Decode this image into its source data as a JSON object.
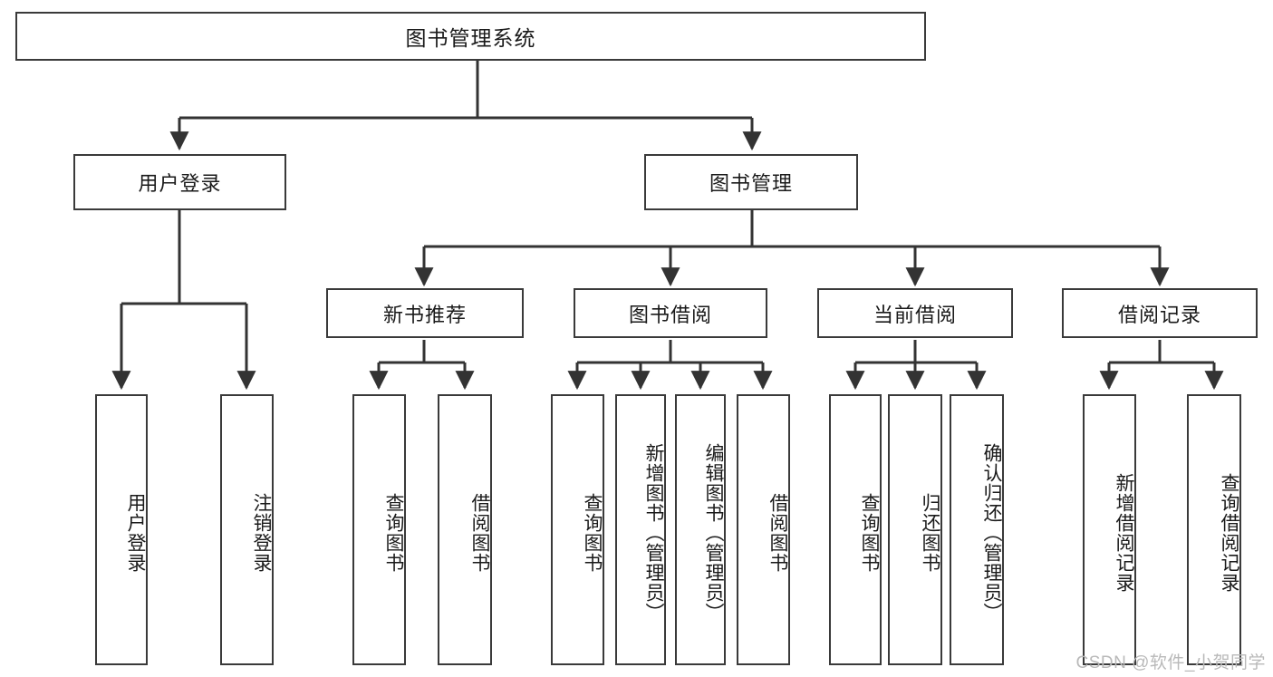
{
  "diagram": {
    "title": "图书管理系统",
    "watermark": "CSDN @软件_小贺同学",
    "colors": {
      "box_border": "#3a3a3a",
      "line": "#333333",
      "background": "#ffffff",
      "text": "#1a1a1a",
      "watermark": "#b9b9b9"
    },
    "root": {
      "label": "图书管理系统"
    },
    "level2": [
      {
        "label": "用户登录"
      },
      {
        "label": "图书管理"
      }
    ],
    "level3": [
      {
        "label": "新书推荐"
      },
      {
        "label": "图书借阅"
      },
      {
        "label": "当前借阅"
      },
      {
        "label": "借阅记录"
      }
    ],
    "leaves": {
      "user_login": [
        {
          "label": "用户登录"
        },
        {
          "label": "注销登录"
        }
      ],
      "new_book": [
        {
          "label": "查询图书"
        },
        {
          "label": "借阅图书"
        }
      ],
      "book_borrow": [
        {
          "label": "查询图书"
        },
        {
          "label": "新增图书（管理员）"
        },
        {
          "label": "编辑图书（管理员）"
        },
        {
          "label": "借阅图书"
        }
      ],
      "current_borrow": [
        {
          "label": "查询图书"
        },
        {
          "label": "归还图书"
        },
        {
          "label": "确认归还（管理员）"
        }
      ],
      "borrow_record": [
        {
          "label": "新增借阅记录"
        },
        {
          "label": "查询借阅记录"
        }
      ]
    }
  }
}
